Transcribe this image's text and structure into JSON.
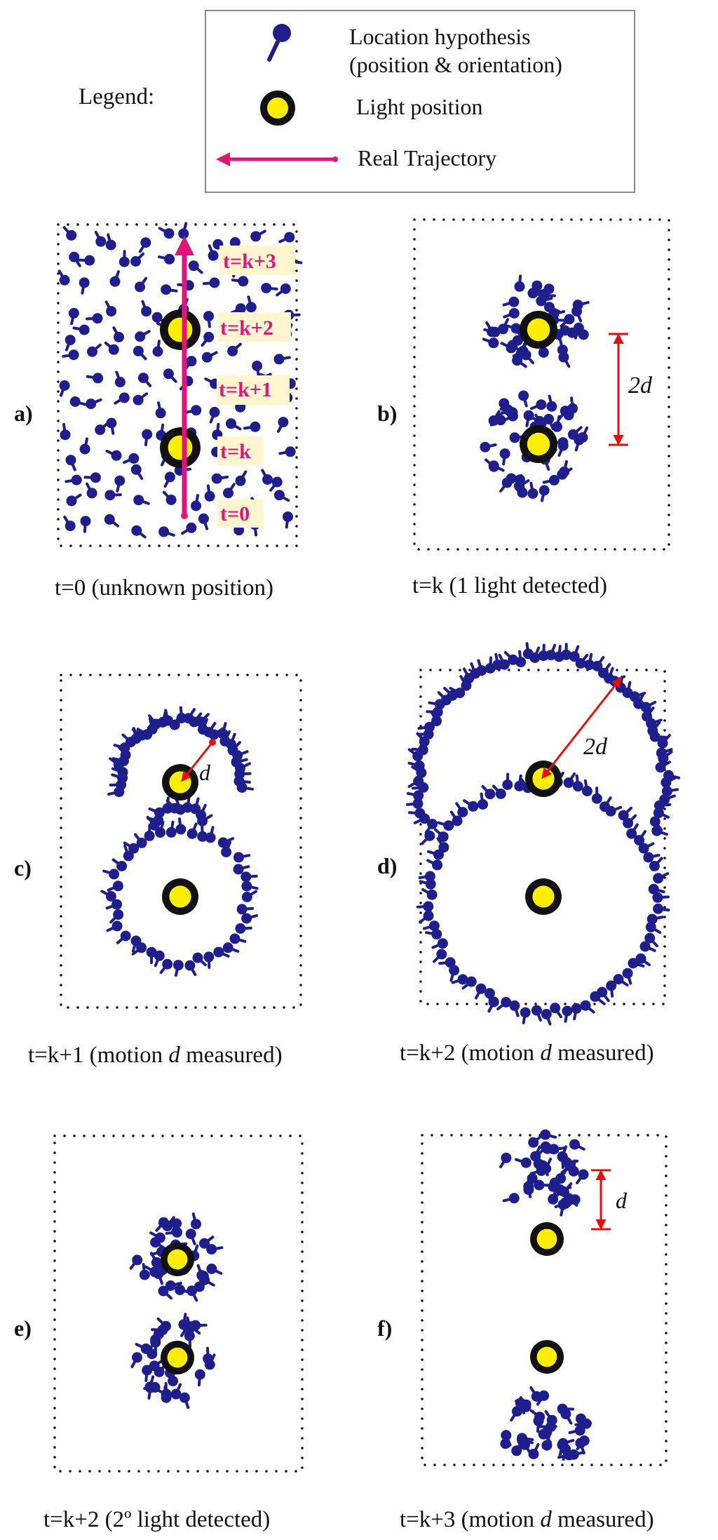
{
  "legend": {
    "title": "Legend:",
    "hypothesis_line1": "Location hypothesis",
    "hypothesis_line2": "(position & orientation)",
    "light": "Light position",
    "trajectory": "Real Trajectory"
  },
  "colors": {
    "particle": "#1e1e8c",
    "light_ring": "#111111",
    "light_fill": "#ffee00",
    "trajectory": "#e0157a",
    "measure": "#e01010",
    "time_label_bg": "#fff6d0",
    "frame_dots": "#111111"
  },
  "panels": [
    {
      "id": "a",
      "label": "a)",
      "caption": "t=0 (unknown position)",
      "time_labels": [
        "t=k+3",
        "t=k+2",
        "t=k+1",
        "t=k",
        "t=0"
      ]
    },
    {
      "id": "b",
      "label": "b)",
      "caption": "t=k (1 light detected)",
      "measure_label": "2d"
    },
    {
      "id": "c",
      "label": "c)",
      "caption_pre": "t=k+1 (motion ",
      "caption_var": "d",
      "caption_post": " measured)",
      "measure_label": "d"
    },
    {
      "id": "d",
      "label": "d)",
      "caption_pre": "t=k+2 (motion ",
      "caption_var": "d",
      "caption_post": " measured)",
      "measure_label": "2d"
    },
    {
      "id": "e",
      "label": "e)",
      "caption": "t=k+2 (2º light detected)"
    },
    {
      "id": "f",
      "label": "f)",
      "caption_pre": "t=k+3 (motion ",
      "caption_var": "d",
      "caption_post": " measured)",
      "measure_label": "d"
    }
  ]
}
